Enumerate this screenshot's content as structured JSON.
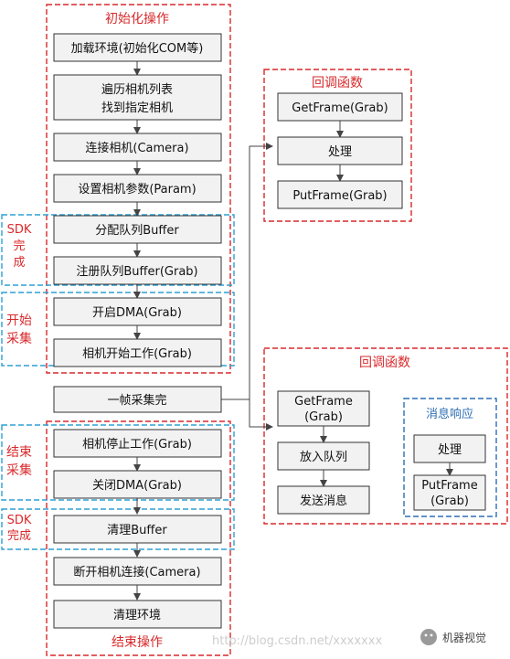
{
  "sections": {
    "init": "初始化操作",
    "finish": "结束操作",
    "callback1": "回调函数",
    "callback2": "回调函数",
    "msg_response": "消息响应"
  },
  "side_labels": {
    "sdk_done_1": "SDK完成",
    "start_collect": "开始采集",
    "end_collect": "结束采集",
    "sdk_done_2": "SDK完成"
  },
  "steps": {
    "load_env": "加载环境(初始化COM等)",
    "enum_cameras_1": "遍历相机列表",
    "enum_cameras_2": "找到指定相机",
    "connect": "连接相机(Camera)",
    "set_params": "设置相机参数(Param)",
    "alloc_queue": "分配队列Buffer",
    "register_queue": "注册队列Buffer(Grab)",
    "open_dma": "开启DMA(Grab)",
    "camera_start": "相机开始工作(Grab)",
    "frame_done": "一帧采集完",
    "camera_stop": "相机停止工作(Grab)",
    "close_dma": "关闭DMA(Grab)",
    "clear_buffer": "清理Buffer",
    "disconnect": "断开相机连接(Camera)",
    "clean_env": "清理环境"
  },
  "callback1": {
    "getframe": "GetFrame(Grab)",
    "process": "处理",
    "putframe": "PutFrame(Grab)"
  },
  "callback2": {
    "getframe_1": "GetFrame",
    "getframe_2": "(Grab)",
    "enqueue": "放入队列",
    "send_msg": "发送消息",
    "process": "处理",
    "putframe_1": "PutFrame",
    "putframe_2": "(Grab)"
  },
  "watermark": "http://blog.csdn.net/xxxxxxx",
  "logo_text": "机器视觉",
  "colors": {
    "red": "#d9292b",
    "blue": "#2e9fd4",
    "blue_dark": "#2e6fb5",
    "box_fill": "#f2f2f2"
  }
}
